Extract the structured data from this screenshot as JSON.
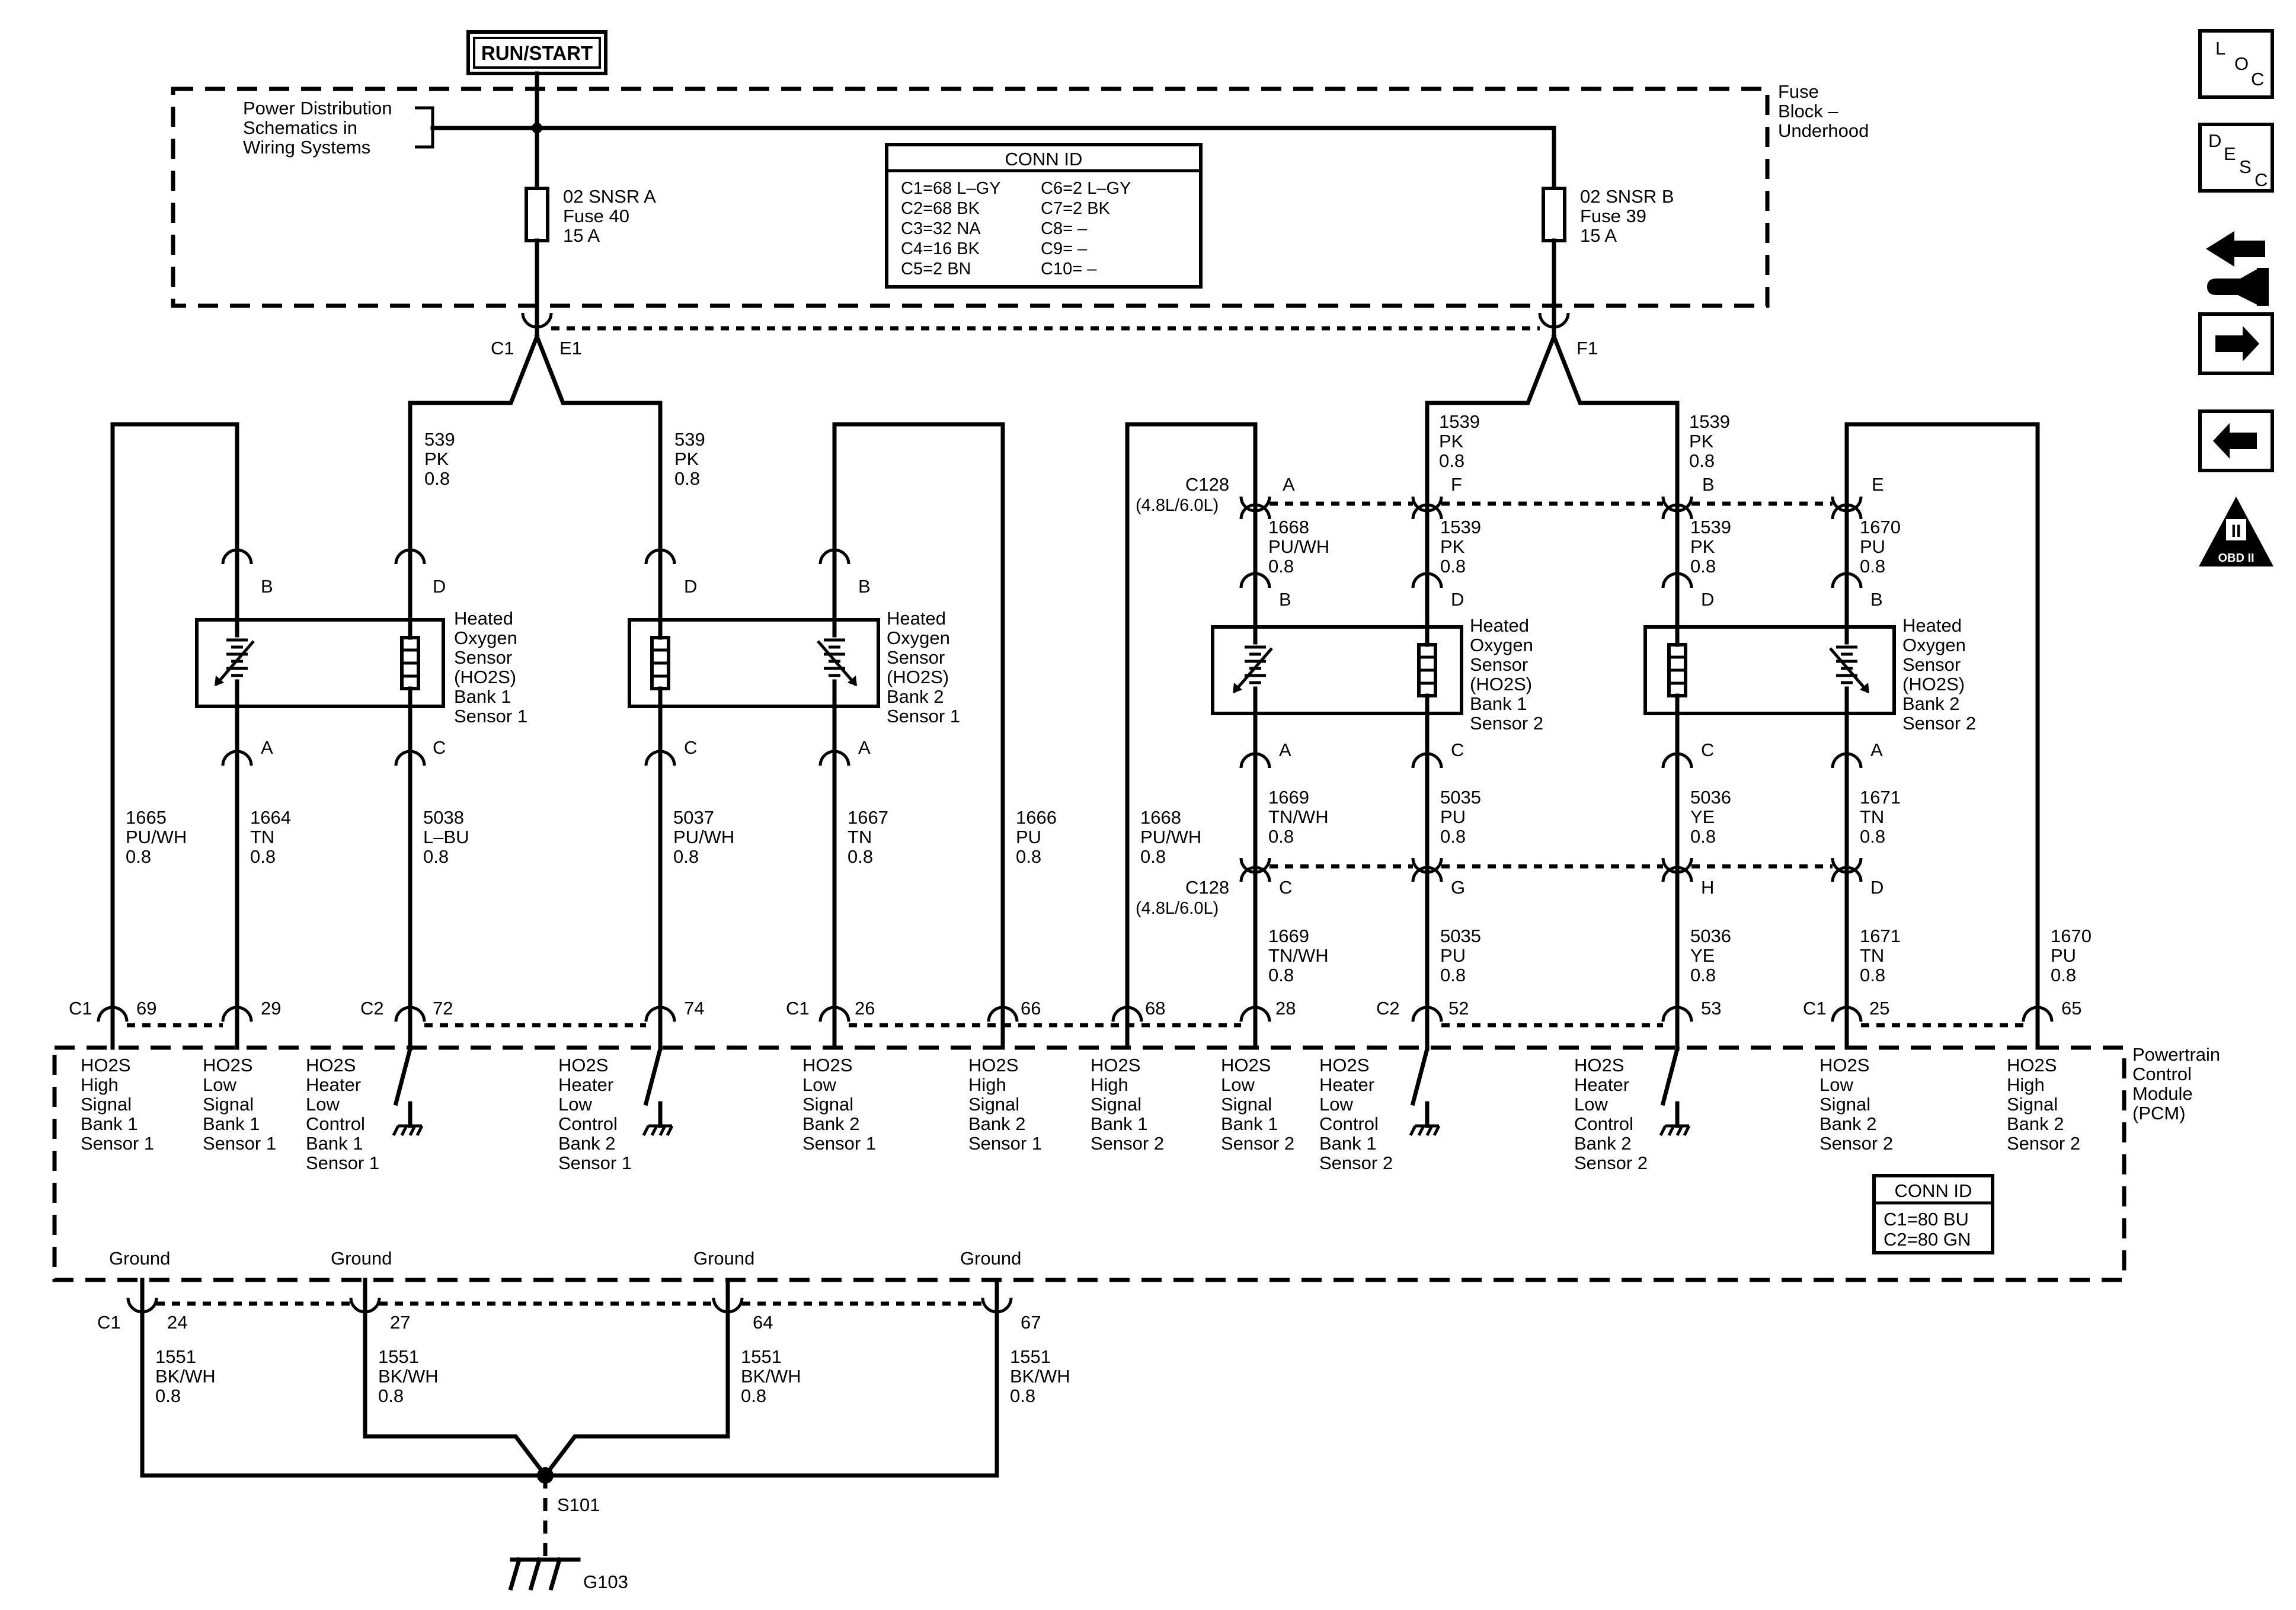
{
  "power": {
    "run_start": "RUN/START",
    "pds_line1": "Power Distribution",
    "pds_line2": "Schematics in",
    "pds_line3": "Wiring Systems",
    "fuse_block_line1": "Fuse",
    "fuse_block_line2": "Block –",
    "fuse_block_line3": "Underhood",
    "fuse_a": {
      "name": "02 SNSR A",
      "fuse": "Fuse 40",
      "amps": "15 A"
    },
    "fuse_b": {
      "name": "02 SNSR B",
      "fuse": "Fuse 39",
      "amps": "15 A"
    }
  },
  "conn_id_top": {
    "title": "CONN ID",
    "left": [
      "C1=68 L–GY",
      "C2=68 BK",
      "C3=32 NA",
      "C4=16 BK",
      "C5=2 BN"
    ],
    "right": [
      "C6=2 L–GY",
      "C7=2 BK",
      "C8= –",
      "C9= –",
      "C10= –"
    ]
  },
  "conn_id_pcm": {
    "title": "CONN ID",
    "rows": [
      "C1=80 BU",
      "C2=80 GN"
    ]
  },
  "splice_labels": {
    "c1": "C1",
    "e1": "E1",
    "f1": "F1"
  },
  "c128": {
    "name": "C128",
    "note": "(4.8L/6.0L)"
  },
  "sensors": {
    "label1": "Heated",
    "label2": "Oxygen",
    "label3": "Sensor",
    "label4": "(HO2S)",
    "b1s1": {
      "bank": "Bank 1",
      "sensor": "Sensor 1"
    },
    "b2s1": {
      "bank": "Bank 2",
      "sensor": "Sensor 1"
    },
    "b1s2": {
      "bank": "Bank 1",
      "sensor": "Sensor 2"
    },
    "b2s2": {
      "bank": "Bank 2",
      "sensor": "Sensor 2"
    }
  },
  "pins": {
    "a": "A",
    "b": "B",
    "c": "C",
    "d": "D",
    "e": "E",
    "f": "F",
    "g": "G",
    "h": "H"
  },
  "wires": {
    "w539": [
      "539",
      "PK",
      "0.8"
    ],
    "w1539": [
      "1539",
      "PK",
      "0.8"
    ],
    "w1665": [
      "1665",
      "PU/WH",
      "0.8"
    ],
    "w1664": [
      "1664",
      "TN",
      "0.8"
    ],
    "w5038": [
      "5038",
      "L–BU",
      "0.8"
    ],
    "w5037": [
      "5037",
      "PU/WH",
      "0.8"
    ],
    "w1667": [
      "1667",
      "TN",
      "0.8"
    ],
    "w1666": [
      "1666",
      "PU",
      "0.8"
    ],
    "w1668": [
      "1668",
      "PU/WH",
      "0.8"
    ],
    "w1669": [
      "1669",
      "TN/WH",
      "0.8"
    ],
    "w5035": [
      "5035",
      "PU",
      "0.8"
    ],
    "w5036": [
      "5036",
      "YE",
      "0.8"
    ],
    "w1671": [
      "1671",
      "TN",
      "0.8"
    ],
    "w1670": [
      "1670",
      "PU",
      "0.8"
    ],
    "w1551": [
      "1551",
      "BK/WH",
      "0.8"
    ]
  },
  "pcm": {
    "name1": "Powertrain",
    "name2": "Control",
    "name3": "Module",
    "name4": "(PCM)",
    "connectors": {
      "c1": "C1",
      "c2": "C2"
    },
    "pin_numbers": [
      "69",
      "29",
      "72",
      "74",
      "26",
      "66",
      "68",
      "28",
      "52",
      "53",
      "25",
      "65",
      "24",
      "27",
      "64",
      "67"
    ],
    "signals": [
      [
        "HO2S",
        "High",
        "Signal",
        "Bank 1",
        "Sensor 1"
      ],
      [
        "HO2S",
        "Low",
        "Signal",
        "Bank 1",
        "Sensor 1"
      ],
      [
        "HO2S",
        "Heater",
        "Low",
        "Control",
        "Bank 1",
        "Sensor 1"
      ],
      [
        "HO2S",
        "Heater",
        "Low",
        "Control",
        "Bank 2",
        "Sensor 1"
      ],
      [
        "HO2S",
        "Low",
        "Signal",
        "Bank 2",
        "Sensor 1"
      ],
      [
        "HO2S",
        "High",
        "Signal",
        "Bank 2",
        "Sensor 1"
      ],
      [
        "HO2S",
        "High",
        "Signal",
        "Bank 1",
        "Sensor 2"
      ],
      [
        "HO2S",
        "Low",
        "Signal",
        "Bank 1",
        "Sensor 2"
      ],
      [
        "HO2S",
        "Heater",
        "Low",
        "Control",
        "Bank 1",
        "Sensor 2"
      ],
      [
        "HO2S",
        "Heater",
        "Low",
        "Control",
        "Bank 2",
        "Sensor 2"
      ],
      [
        "HO2S",
        "Low",
        "Signal",
        "Bank 2",
        "Sensor 2"
      ],
      [
        "HO2S",
        "High",
        "Signal",
        "Bank 2",
        "Sensor 2"
      ]
    ],
    "ground_label": "Ground"
  },
  "ground": {
    "splice": "S101",
    "ground": "G103"
  },
  "nav": {
    "loc_letters": [
      "L",
      "O",
      "C"
    ],
    "desc_letters": [
      "D",
      "E",
      "S",
      "C"
    ],
    "obd_roman": "II",
    "obd_text": "OBD II"
  }
}
